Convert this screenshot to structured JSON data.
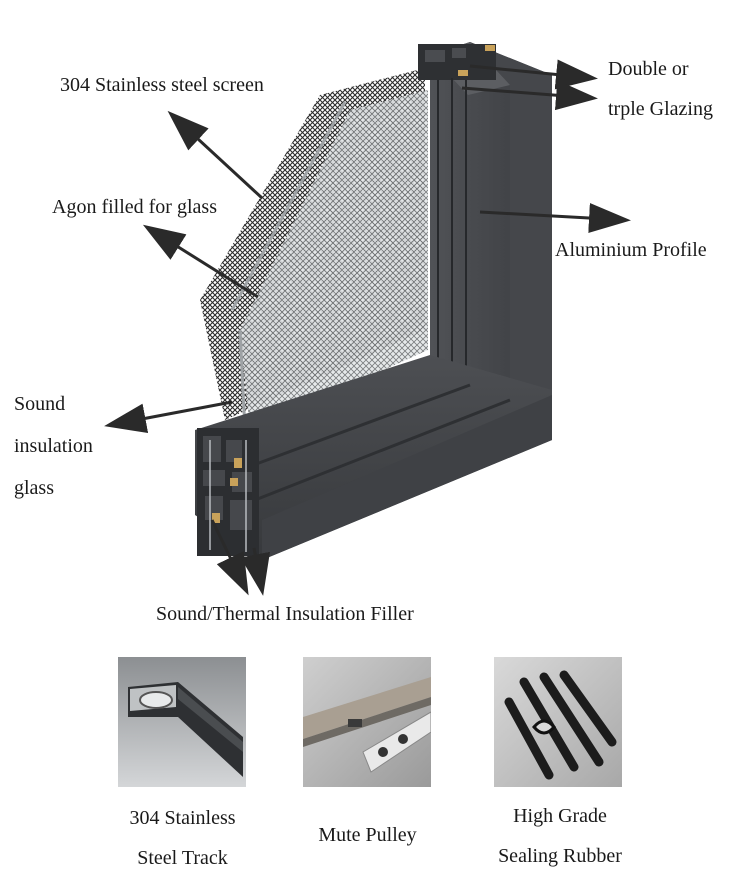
{
  "diagram": {
    "labels": {
      "stainless_screen": "304 Stainless steel screen",
      "argon_glass": "Agon filled for glass",
      "sound_insulation": [
        "Sound",
        "insulation",
        "glass"
      ],
      "double_triple": [
        "Double or",
        "trple  Glazing"
      ],
      "aluminium_profile": "Aluminium Profile",
      "insulation_filler": "Sound/Thermal Insulation Filler"
    },
    "colors": {
      "profile_dark": "#3b3d40",
      "profile_mid": "#4a4c50",
      "screen_mesh": "#2b2b2b",
      "glass": "#d9dde0",
      "arrow": "#2a2a2a"
    }
  },
  "features": [
    {
      "caption": [
        "304 Stainless",
        "Steel Track"
      ],
      "icon": "steel-track-photo"
    },
    {
      "caption": [
        "Mute Pulley"
      ],
      "icon": "pulley-photo"
    },
    {
      "caption": [
        "High Grade",
        "Sealing Rubber"
      ],
      "icon": "rubber-seal-photo"
    }
  ]
}
